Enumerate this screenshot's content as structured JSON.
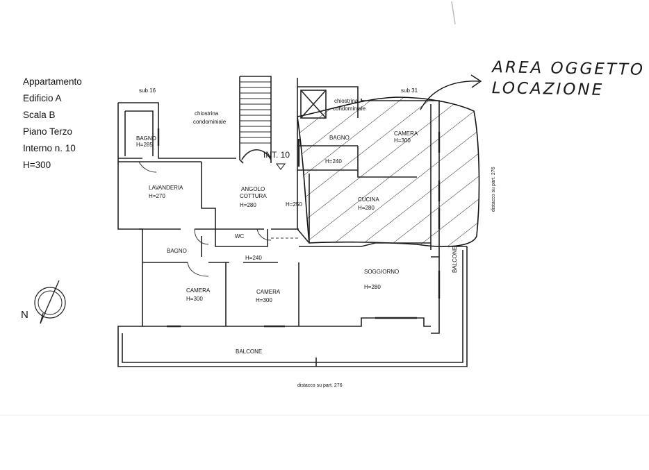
{
  "info": {
    "line1": "Appartamento",
    "line2": "Edificio A",
    "line3": "Scala B",
    "line4": "Piano Terzo",
    "line5": "Interno n. 10",
    "line6": "H=300"
  },
  "annotation": {
    "line1": "AREA OGGETTO",
    "line2": "LOCAZIONE"
  },
  "plan": {
    "sub16": "sub 16",
    "sub31": "sub 31",
    "chiostrina_left_1": "chiostrina",
    "chiostrina_left_2": "condominiale",
    "chiostrina_right_1": "chiostrina",
    "chiostrina_right_2": "condominiale",
    "int10": "INT. 10",
    "bagno_top": "BAGNO",
    "bagno_top_h": "H=285",
    "lavanderia": "LAVANDERIA",
    "lavanderia_h": "H=270",
    "angolo_1": "ANGOLO",
    "angolo_2": "COTTURA",
    "angolo_h": "H=280",
    "h250": "H=250",
    "bagno_right": "BAGNO",
    "h240_right": "H=240",
    "camera_right": "CAMERA",
    "camera_right_h": "H=300",
    "cucina": "CUCINA",
    "cucina_h": "H=280",
    "wc": "WC",
    "bagno_mid": "BAGNO",
    "h240_mid": "H=240",
    "soggiorno": "SOGGIORNO",
    "soggiorno_h": "H=280",
    "camera_a": "CAMERA",
    "camera_a_h": "H=300",
    "camera_b": "CAMERA",
    "camera_b_h": "H=300",
    "balcone_bottom": "BALCONE",
    "balcone_right": "BALCONE",
    "distacco_right": "distacco su part. 276",
    "distacco_bottom": "distacco su part. 276",
    "north": "N"
  }
}
